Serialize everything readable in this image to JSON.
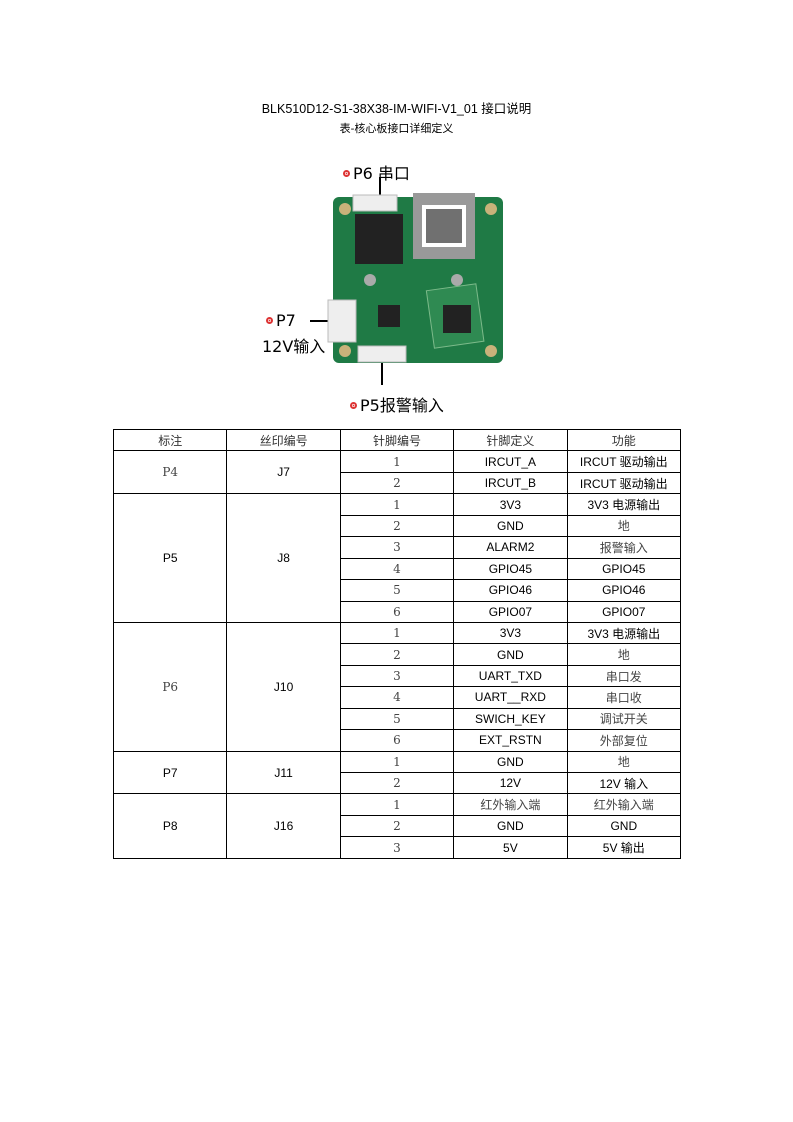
{
  "title": "BLK510D12-S1-38X38-IM-WIFI-V1_01 接口说明",
  "subtitle": "表-核心板接口详细定义",
  "figure": {
    "labels": {
      "p6": "P6 串口",
      "p7": "P7",
      "p7_sub": "12V输入",
      "p5": "P5报警输入"
    },
    "board_color": "#1f7a45",
    "marker_color": "#dd3333"
  },
  "table": {
    "headers": [
      "标注",
      "丝印编号",
      "针脚编号",
      "针脚定义",
      "功能"
    ],
    "groups": [
      {
        "label": "P4",
        "silk": "J7",
        "pins": [
          [
            "1",
            "IRCUT_A",
            "IRCUT 驱动输出"
          ],
          [
            "2",
            "IRCUT_B",
            "IRCUT 驱动输出"
          ]
        ]
      },
      {
        "label": "P5",
        "silk": "J8",
        "pins": [
          [
            "1",
            "3V3",
            "3V3 电源输出"
          ],
          [
            "2",
            "GND",
            "地"
          ],
          [
            "3",
            "ALARM2",
            "报警输入"
          ],
          [
            "4",
            "GPIO45",
            "GPIO45"
          ],
          [
            "5",
            "GPIO46",
            "GPIO46"
          ],
          [
            "6",
            "GPIO07",
            "GPIO07"
          ]
        ]
      },
      {
        "label": "P6",
        "silk": "J10",
        "pins": [
          [
            "1",
            "3V3",
            "3V3 电源输出"
          ],
          [
            "2",
            "GND",
            "地"
          ],
          [
            "3",
            "UART_TXD",
            "串口发"
          ],
          [
            "4",
            "UART__RXD",
            "串口收"
          ],
          [
            "5",
            "SWICH_KEY",
            "调试开关"
          ],
          [
            "6",
            "EXT_RSTN",
            "外部复位"
          ]
        ]
      },
      {
        "label": "P7",
        "silk": "J11",
        "pins": [
          [
            "1",
            "GND",
            "地"
          ],
          [
            "2",
            "12V",
            "12V 输入"
          ]
        ]
      },
      {
        "label": "P8",
        "silk": "J16",
        "pins": [
          [
            "1",
            "红外输入端",
            "红外输入端"
          ],
          [
            "2",
            "GND",
            "GND"
          ],
          [
            "3",
            "5V",
            "5V 输出"
          ]
        ]
      }
    ]
  }
}
